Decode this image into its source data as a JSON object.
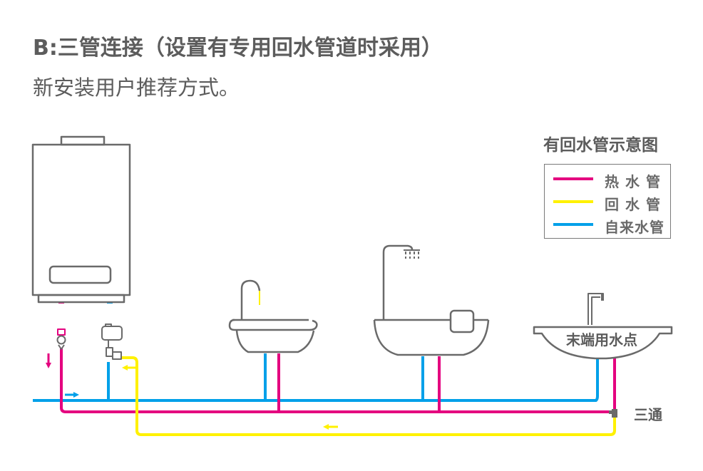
{
  "header": {
    "title": "B:三管连接（设置有专用回水管道时采用）",
    "subtitle": "新安装用户推荐方式。"
  },
  "legend": {
    "title": "有回水管示意图",
    "items": [
      {
        "label": "热水管",
        "color": "#e4007f",
        "spaced": true
      },
      {
        "label": "回水管",
        "color": "#fff100",
        "spaced": true
      },
      {
        "label": "自来水管",
        "color": "#00a0e9",
        "spaced": false
      }
    ]
  },
  "annotations": {
    "terminal_point": "末端用水点",
    "tee": "三通"
  },
  "colors": {
    "hot": "#e4007f",
    "return": "#fff100",
    "cold": "#00a0e9",
    "outline": "#6a6a6a"
  },
  "components": [
    {
      "name": "water-heater",
      "icon": "water-heater-icon"
    },
    {
      "name": "hot-valve",
      "icon": "valve-icon"
    },
    {
      "name": "circulation-pump",
      "icon": "pump-icon"
    },
    {
      "name": "washbasin",
      "icon": "washbasin-icon"
    },
    {
      "name": "bathtub-shower",
      "icon": "bathtub-icon"
    },
    {
      "name": "terminal-sink",
      "icon": "sink-icon"
    },
    {
      "name": "tee-fitting",
      "icon": "tee-fitting-icon"
    }
  ]
}
